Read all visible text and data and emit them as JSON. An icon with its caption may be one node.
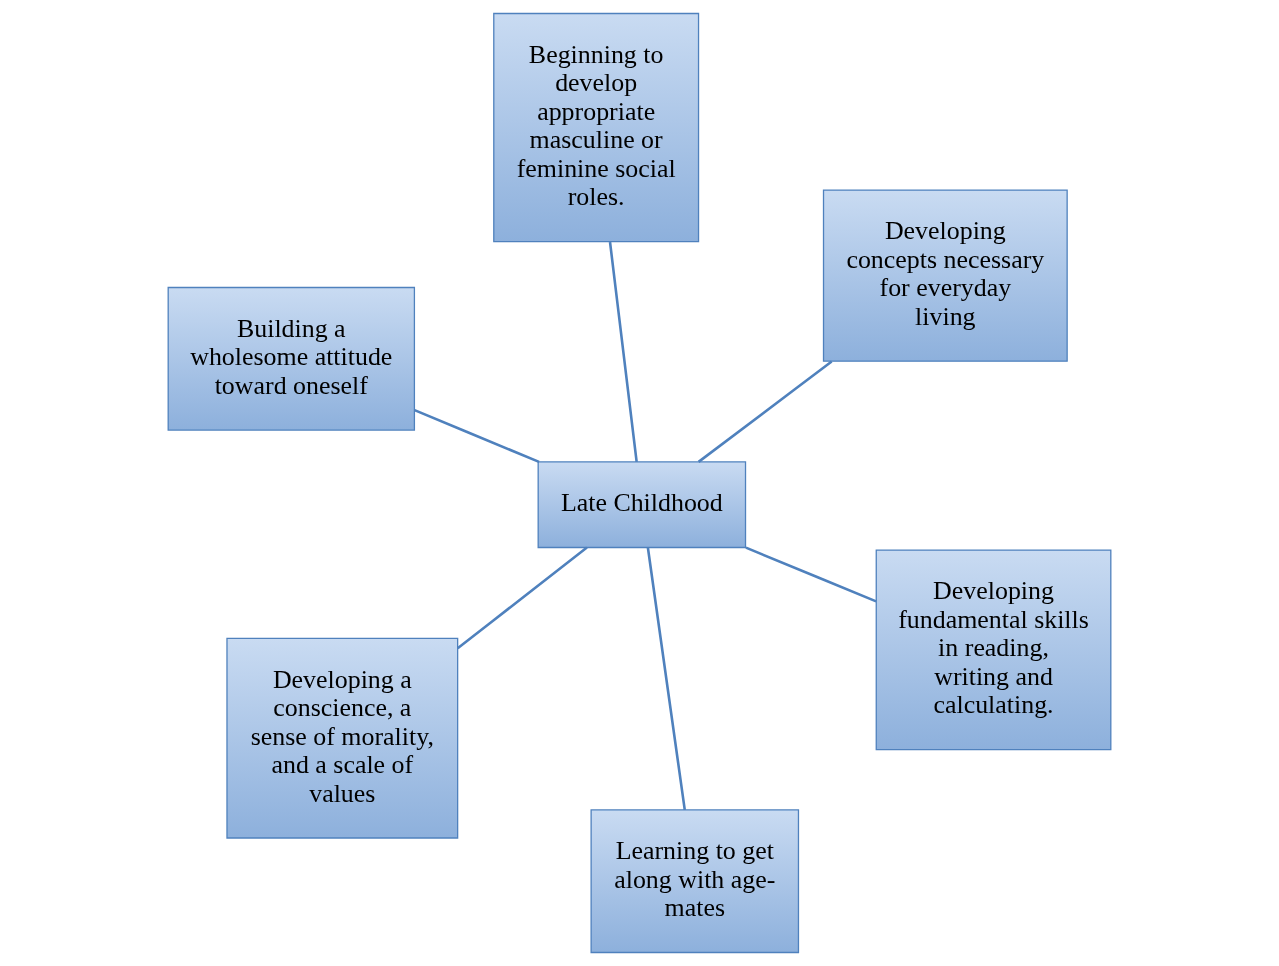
{
  "diagram": {
    "nodes": [
      {
        "text": [
          "Building a wholesome attitude toward oneself"
        ]
      },
      {
        "text": [
          "Developing fundamental skills in reading, writing and calculating."
        ]
      },
      {
        "text": [
          "Learning to get along with age-mates"
        ]
      },
      {
        "text": [
          "Late Childhood"
        ]
      },
      {
        "text": [
          "Developing concepts necessary for everyday living"
        ]
      },
      {
        "text": [
          "Beginning to develop appropriate masculine or feminine social roles."
        ]
      },
      {
        "text": [
          "Developing a conscience, a sense of morality, and a scale of values"
        ]
      }
    ],
    "edges": [
      {
        "from": 3,
        "to": 0,
        "arrow": "none"
      },
      {
        "from": 3,
        "to": 1,
        "arrow": "none"
      },
      {
        "from": 3,
        "to": 2,
        "arrow": "none"
      },
      {
        "from": 3,
        "to": 4,
        "arrow": "none"
      },
      {
        "from": 3,
        "to": 5,
        "arrow": "none"
      },
      {
        "from": 3,
        "to": 6,
        "arrow": "none"
      }
    ]
  }
}
